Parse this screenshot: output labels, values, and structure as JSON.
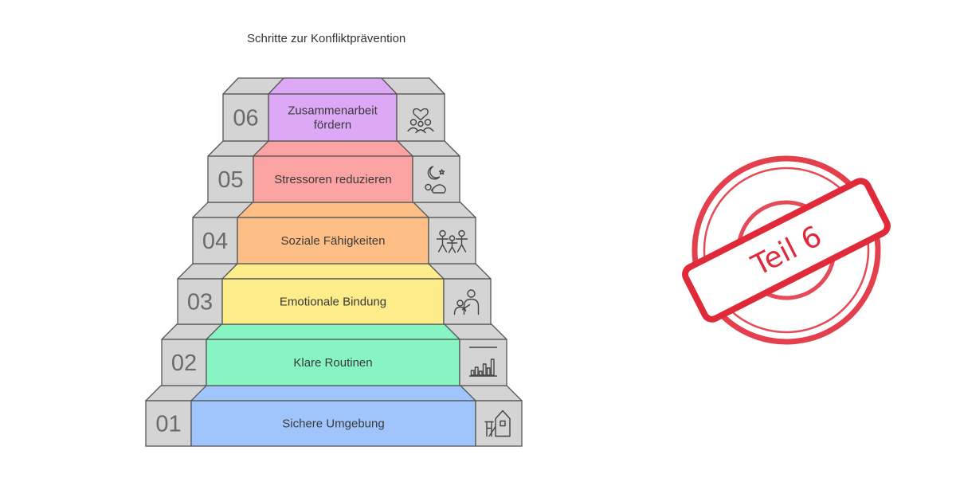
{
  "diagram": {
    "title": "Schritte zur Konfliktprävention",
    "steps": [
      {
        "number": "06",
        "label_lines": [
          "Zusammenarbeit",
          "fördern"
        ],
        "color": "#dda8f6",
        "icon": "collaboration-icon"
      },
      {
        "number": "05",
        "label_lines": [
          "Stressoren reduzieren"
        ],
        "color": "#fba2a2",
        "icon": "relaxation-icon"
      },
      {
        "number": "04",
        "label_lines": [
          "Soziale Fähigkeiten"
        ],
        "color": "#fdbf86",
        "icon": "social-people-icon"
      },
      {
        "number": "03",
        "label_lines": [
          "Emotionale Bindung"
        ],
        "color": "#fdec8a",
        "icon": "emotional-bond-icon"
      },
      {
        "number": "02",
        "label_lines": [
          "Klare Routinen"
        ],
        "color": "#86f5c2",
        "icon": "bar-chart-icon"
      },
      {
        "number": "01",
        "label_lines": [
          "Sichere Umgebung"
        ],
        "color": "#a0c4fc",
        "icon": "playground-icon"
      }
    ],
    "gray": "#d4d4d4",
    "outline": "#555555"
  },
  "stamp": {
    "text": "Teil 6",
    "color": "#e02a3a"
  }
}
